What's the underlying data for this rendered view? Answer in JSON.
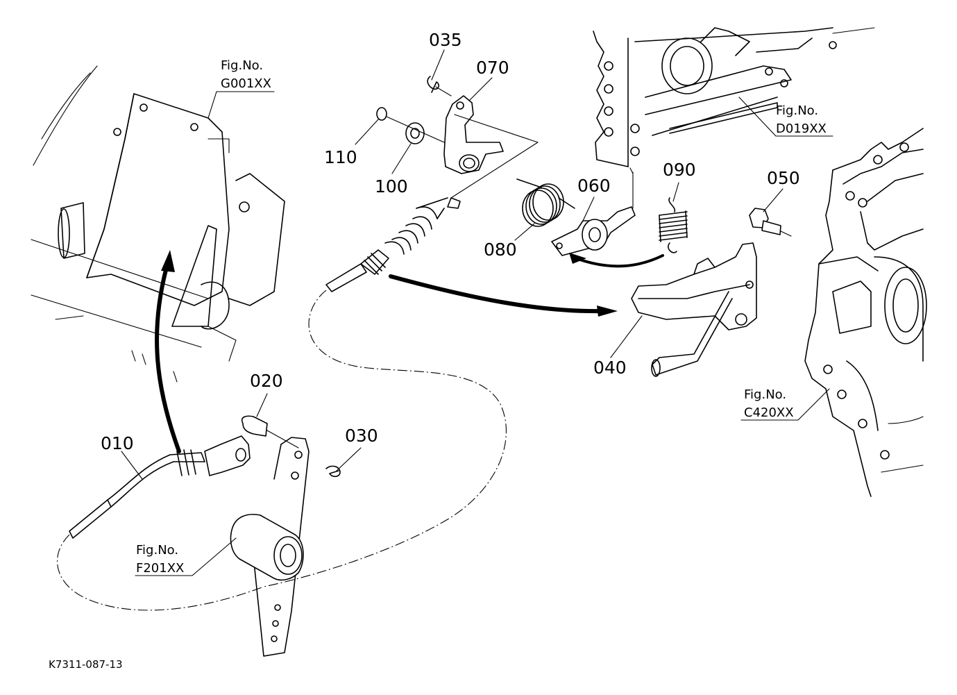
{
  "drawing_code": "K7311-087-13",
  "parts": [
    {
      "number": "035"
    },
    {
      "number": "070"
    },
    {
      "number": "110"
    },
    {
      "number": "100"
    },
    {
      "number": "060"
    },
    {
      "number": "090"
    },
    {
      "number": "050"
    },
    {
      "number": "080"
    },
    {
      "number": "040"
    },
    {
      "number": "020"
    },
    {
      "number": "010"
    },
    {
      "number": "030"
    }
  ],
  "figure_refs": [
    {
      "label": "Fig.No.",
      "code": "G001XX"
    },
    {
      "label": "Fig.No.",
      "code": "D019XX"
    },
    {
      "label": "Fig.No.",
      "code": "C420XX"
    },
    {
      "label": "Fig.No.",
      "code": "F201XX"
    }
  ]
}
